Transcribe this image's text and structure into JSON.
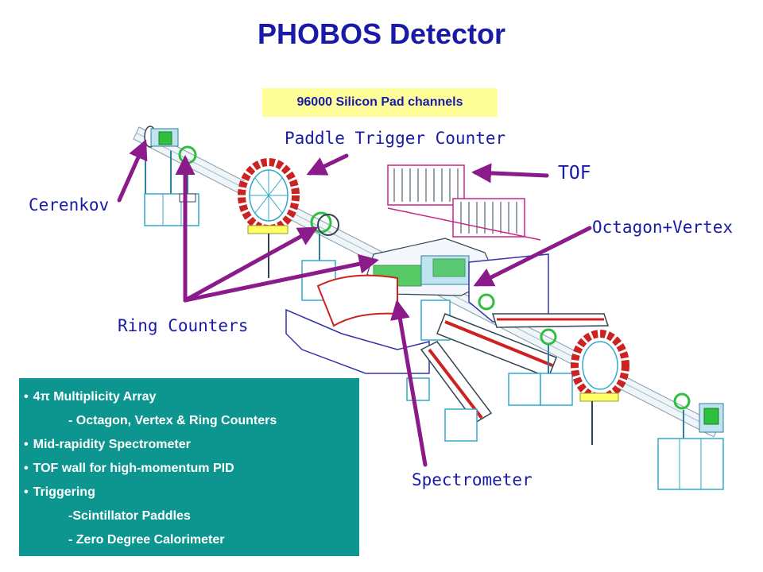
{
  "title": "PHOBOS Detector",
  "channels_badge": "96000 Silicon Pad channels",
  "callouts": {
    "paddle_trigger": "Paddle Trigger Counter",
    "tof": "TOF",
    "cerenkov": "Cerenkov",
    "octagon_vertex": "Octagon+Vertex",
    "ring_counters": "Ring Counters",
    "spectrometer": "Spectrometer"
  },
  "features": [
    {
      "kind": "bullet",
      "text": "4π Multiplicity Array"
    },
    {
      "kind": "sub",
      "text": "- Octagon, Vertex & Ring Counters"
    },
    {
      "kind": "bullet",
      "text": "Mid-rapidity Spectrometer"
    },
    {
      "kind": "bullet",
      "text": "TOF wall for high-momentum PID"
    },
    {
      "kind": "bullet",
      "text": "Triggering"
    },
    {
      "kind": "sub",
      "text": "-Scintillator Paddles"
    },
    {
      "kind": "sub",
      "text": "- Zero Degree Calorimeter"
    }
  ],
  "colors": {
    "title": "#1a1aa8",
    "badge_background": "#ffff99",
    "arrow": "#8b1a8b",
    "feature_box": "#0d9690",
    "detector_cyan": "#33aacc",
    "detector_red": "#cc2222",
    "detector_green": "#2fbf3f"
  }
}
